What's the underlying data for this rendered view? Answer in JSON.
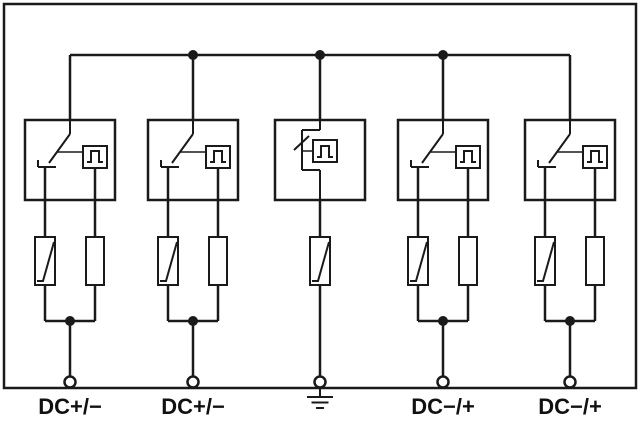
{
  "diagram": {
    "type": "surge-protection-circuit-schematic",
    "terminals": [
      {
        "id": "terminal-1",
        "label": "DC+/−"
      },
      {
        "id": "terminal-2",
        "label": "DC+/−"
      },
      {
        "id": "terminal-3",
        "label": "",
        "symbol": "earth-ground"
      },
      {
        "id": "terminal-4",
        "label": "DC−/+"
      },
      {
        "id": "terminal-5",
        "label": "DC−/+"
      }
    ],
    "symbols": {
      "disconnector": "thermal-disconnect-switch",
      "status_indicator": "square-wave-status-box",
      "varistor": "metal-oxide-varistor",
      "fuse": "series-element",
      "ground": "earth-ground"
    },
    "colors": {
      "line": "#1a1a1a",
      "background": "#ffffff"
    }
  }
}
